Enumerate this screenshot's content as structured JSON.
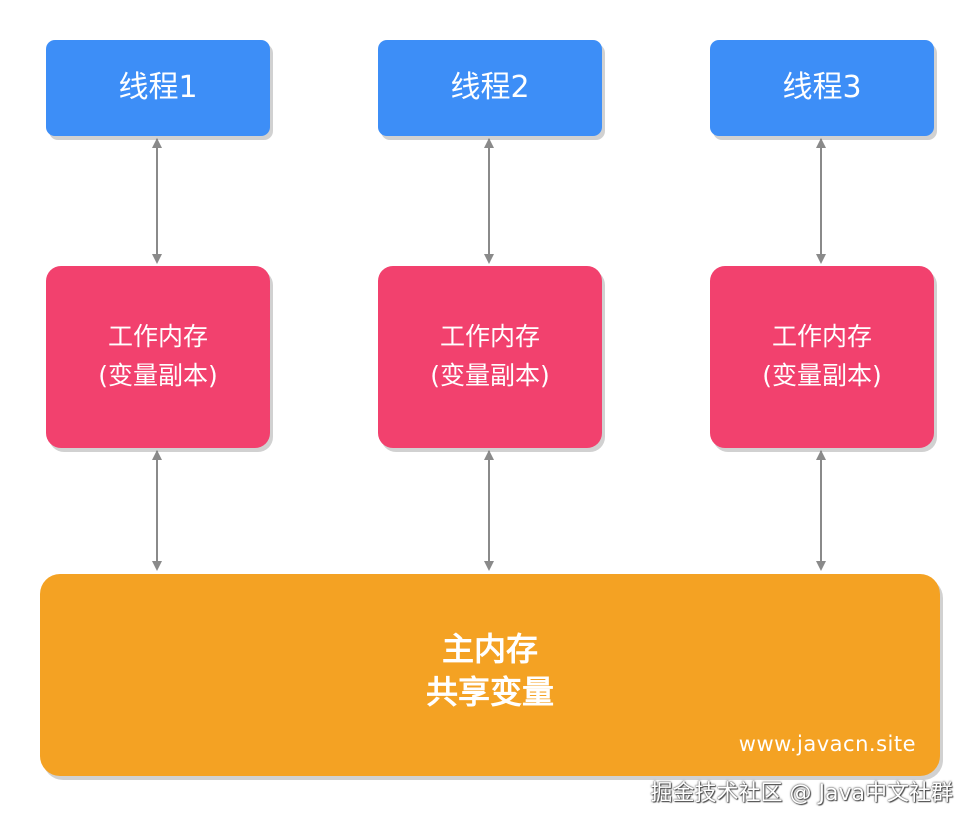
{
  "threads": [
    {
      "label": "线程1"
    },
    {
      "label": "线程2"
    },
    {
      "label": "线程3"
    }
  ],
  "working_memory": [
    {
      "line1": "工作内存",
      "line2": "(变量副本)"
    },
    {
      "line1": "工作内存",
      "line2": "(变量副本)"
    },
    {
      "line1": "工作内存",
      "line2": "(变量副本)"
    }
  ],
  "main_memory": {
    "line1": "主内存",
    "line2": "共享变量",
    "site": "www.javacn.site"
  },
  "watermark": "掘金技术社区 @ Java中文社群",
  "colors": {
    "thread": "#3d8ef7",
    "working_memory": "#f2416e",
    "main_memory": "#f4a223",
    "arrow": "#8a8a8a"
  }
}
